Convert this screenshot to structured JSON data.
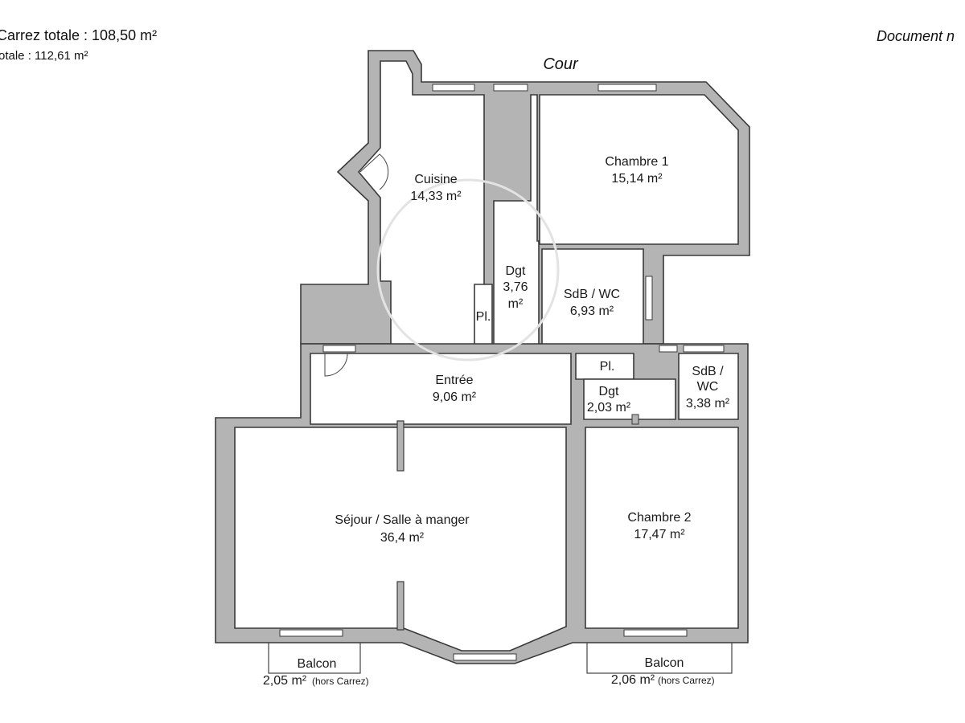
{
  "header": {
    "carrez_total": "Carrez totale :  108,50 m²",
    "surface_totale": "otale :  112,61 m²",
    "document_note": "Document n"
  },
  "courtyard_label": "Cour",
  "rooms": {
    "cuisine": {
      "name": "Cuisine",
      "area": "14,33 m²"
    },
    "chambre1": {
      "name": "Chambre 1",
      "area": "15,14 m²"
    },
    "dgt1": {
      "name": "Dgt",
      "area_line1": "3,76",
      "area_line2": "m²"
    },
    "sdb_wc1": {
      "name": "SdB / WC",
      "area": "6,93 m²"
    },
    "placard1": {
      "name": "Pl."
    },
    "entree": {
      "name": "Entrée",
      "area": "9,06 m²"
    },
    "placard2": {
      "name": "Pl."
    },
    "dgt2": {
      "name": "Dgt",
      "area": "2,03 m²"
    },
    "sdb_wc2": {
      "name_line1": "SdB /",
      "name_line2": "WC",
      "area": "3,38 m²"
    },
    "sejour": {
      "name": "Séjour / Salle à manger",
      "area": "36,4 m²"
    },
    "chambre2": {
      "name": "Chambre 2",
      "area": "17,47 m²"
    }
  },
  "balconies": [
    {
      "name": "Balcon",
      "area": "2,05 m²",
      "note": "(hors Carrez)"
    },
    {
      "name": "Balcon",
      "area": "2,06 m²",
      "note": "(hors Carrez)"
    }
  ],
  "colors": {
    "wall": "#b4b4b4",
    "outline": "#3a3a3a",
    "room": "#ffffff"
  }
}
